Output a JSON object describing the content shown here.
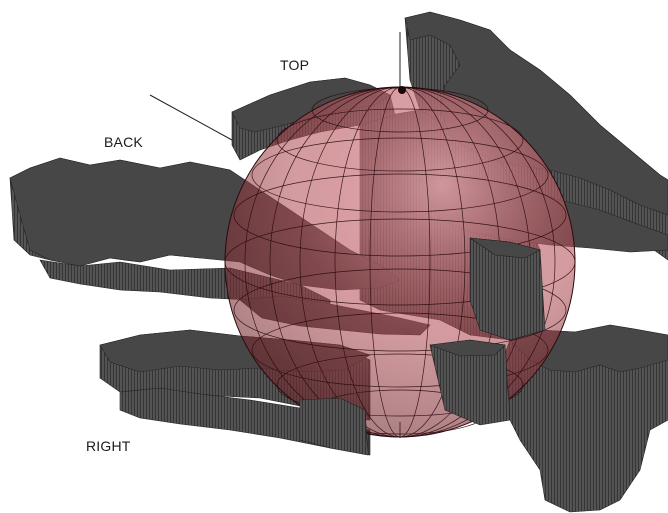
{
  "view_labels": {
    "top": "TOP",
    "back": "BACK",
    "right": "RIGHT"
  },
  "colors": {
    "terrain_fill": "#3a3a3a",
    "terrain_top": "#474747",
    "terrain_hatch": "#8a8a8a",
    "sphere_fill": "#b04a52",
    "sphere_grid": "#2a0a0e",
    "axis_line": "#222222"
  }
}
